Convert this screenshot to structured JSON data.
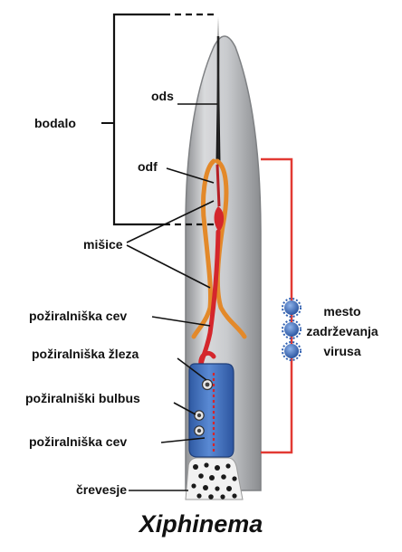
{
  "labels": {
    "stylet": "bodalo",
    "odontostyle": "ods",
    "odontophore": "odf",
    "muscles": "mišice",
    "esophagus_upper": "požiralniška cev",
    "esophageal_gland": "požiralniška žleza",
    "esophageal_bulb": "požiralniški bulbus",
    "esophagus_lower": "požiralniška cev",
    "intestine": "črevesje"
  },
  "virus_site": {
    "line1": "mesto",
    "line2": "zadrževanja",
    "line3": "virusa"
  },
  "title": "Xiphinema",
  "colors": {
    "body_gray": "#c7c9cc",
    "body_outline": "#8d8f92",
    "stylet_black": "#111111",
    "guide_orange": "#e3892a",
    "esophagus_red": "#d4262c",
    "bulb_blue": "#3d6fbf",
    "virus_blue": "#2f5fb0",
    "bracket_red": "#e23a33"
  },
  "icons": {
    "virus_particle": "virus-icon"
  }
}
